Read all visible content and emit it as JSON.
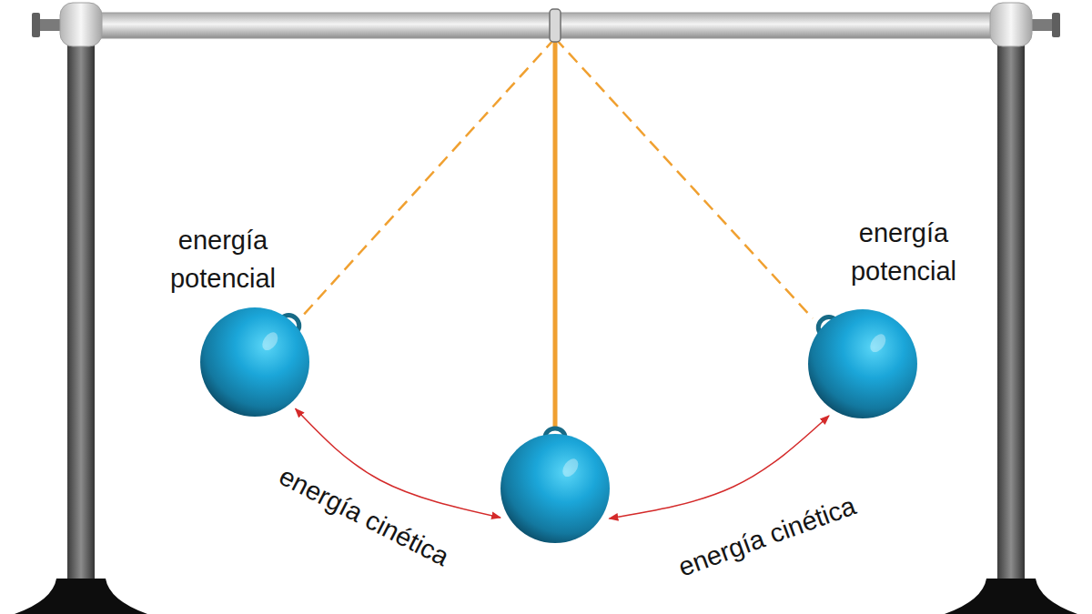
{
  "diagram": {
    "nodes": [
      {
        "text": [
          "energía potencial"
        ]
      },
      {
        "text": []
      },
      {
        "text": [
          "energía potencial"
        ]
      }
    ],
    "edges": [
      {
        "from": 0,
        "to": 1,
        "arrow": "both",
        "label": "energía cinética"
      },
      {
        "from": 1,
        "to": 2,
        "arrow": "both",
        "label": "energía cinética"
      }
    ]
  }
}
